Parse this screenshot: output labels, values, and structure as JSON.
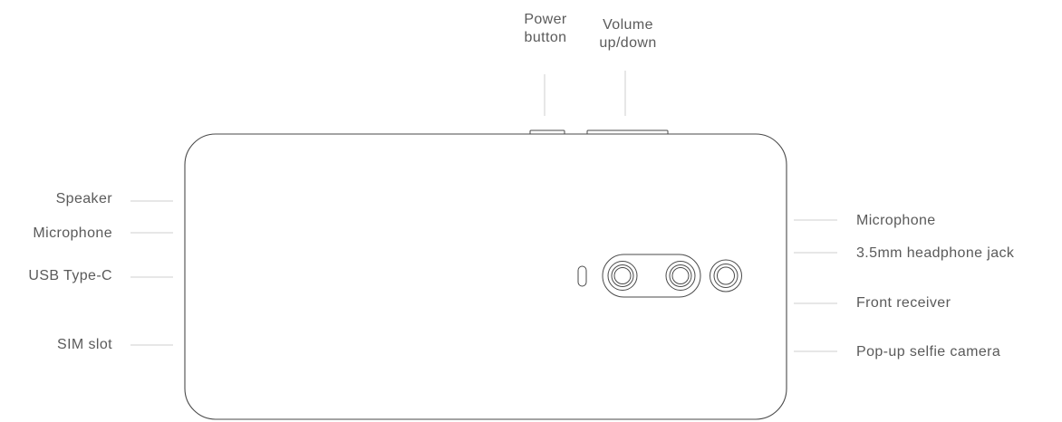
{
  "top_labels": [
    {
      "id": "power",
      "lines": [
        "Power",
        "button"
      ]
    },
    {
      "id": "volume",
      "lines": [
        "Volume",
        "up/down"
      ]
    }
  ],
  "left_labels": [
    "Speaker",
    "Microphone",
    "USB Type-C",
    "SIM slot"
  ],
  "right_labels": [
    "Microphone",
    "3.5mm headphone jack",
    "Front receiver",
    "Pop-up selfie camera"
  ],
  "colors": {
    "outline": "#4a4a4a",
    "leader": "#cfcfcf",
    "text": "#5a5a5a"
  }
}
